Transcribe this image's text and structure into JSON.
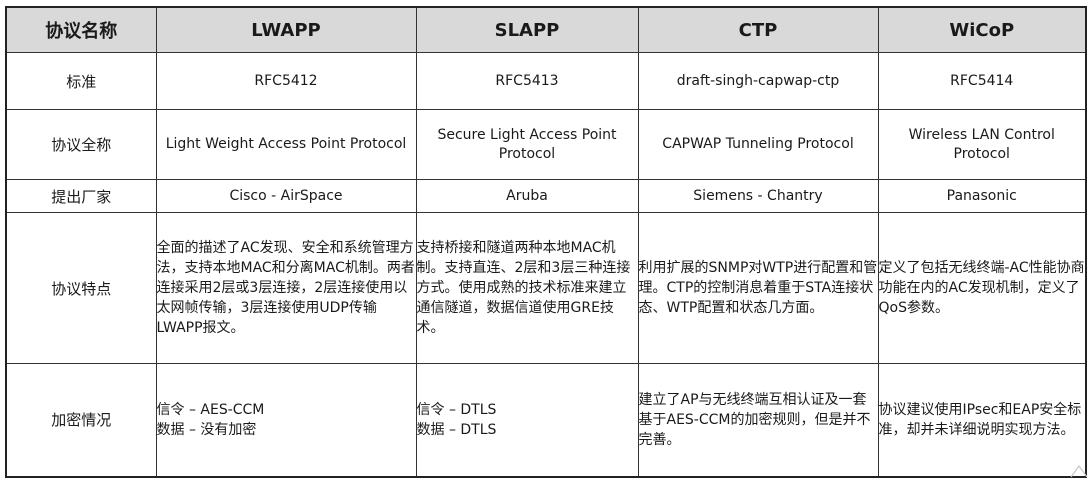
{
  "header": {
    "col0": "协议名称",
    "col1": "LWAPP",
    "col2": "SLAPP",
    "col3": "CTP",
    "col4": "WiCoP"
  },
  "rows": {
    "standard": {
      "label": "标准",
      "lwapp": "RFC5412",
      "slapp": "RFC5413",
      "ctp": "draft-singh-capwap-ctp",
      "wicop": "RFC5414"
    },
    "fullname": {
      "label": "协议全称",
      "lwapp": "Light Weight Access Point Protocol",
      "slapp": "Secure Light Access Point Protocol",
      "ctp": "CAPWAP Tunneling Protocol",
      "wicop": "Wireless LAN Control Protocol"
    },
    "vendor": {
      "label": "提出厂家",
      "lwapp": "Cisco -  AirSpace",
      "slapp": "Aruba",
      "ctp": "Siemens - Chantry",
      "wicop": "Panasonic"
    },
    "features": {
      "label": "协议特点",
      "lwapp": "全面的描述了AC发现、安全和系统管理方法，支持本地MAC和分离MAC机制。两者连接采用2层或3层连接，2层连接使用以太网帧传输，3层连接使用UDP传输LWAPP报文。",
      "slapp": "支持桥接和隧道两种本地MAC机制。支持直连、2层和3层三种连接方式。使用成熟的技术标准来建立通信隧道，数据信道使用GRE技术。",
      "ctp": "利用扩展的SNMP对WTP进行配置和管理。CTP的控制消息着重于STA连接状态、WTP配置和状态几方面。",
      "wicop": "定义了包括无线终端-AC性能协商功能在内的AC发现机制，定义了QoS参数。"
    },
    "encryption": {
      "label": "加密情况",
      "lwapp_line1": "信令 – AES-CCM",
      "lwapp_line2": "数据 – 没有加密",
      "slapp_line1": "信令 – DTLS",
      "slapp_line2": "数据 – DTLS",
      "ctp": "建立了AP与无线终端互相认证及一套基于AES-CCM的加密规则，但是并不完善。",
      "wicop": "协议建议使用IPsec和EAP安全标准，却并未详细说明实现方法。"
    }
  }
}
